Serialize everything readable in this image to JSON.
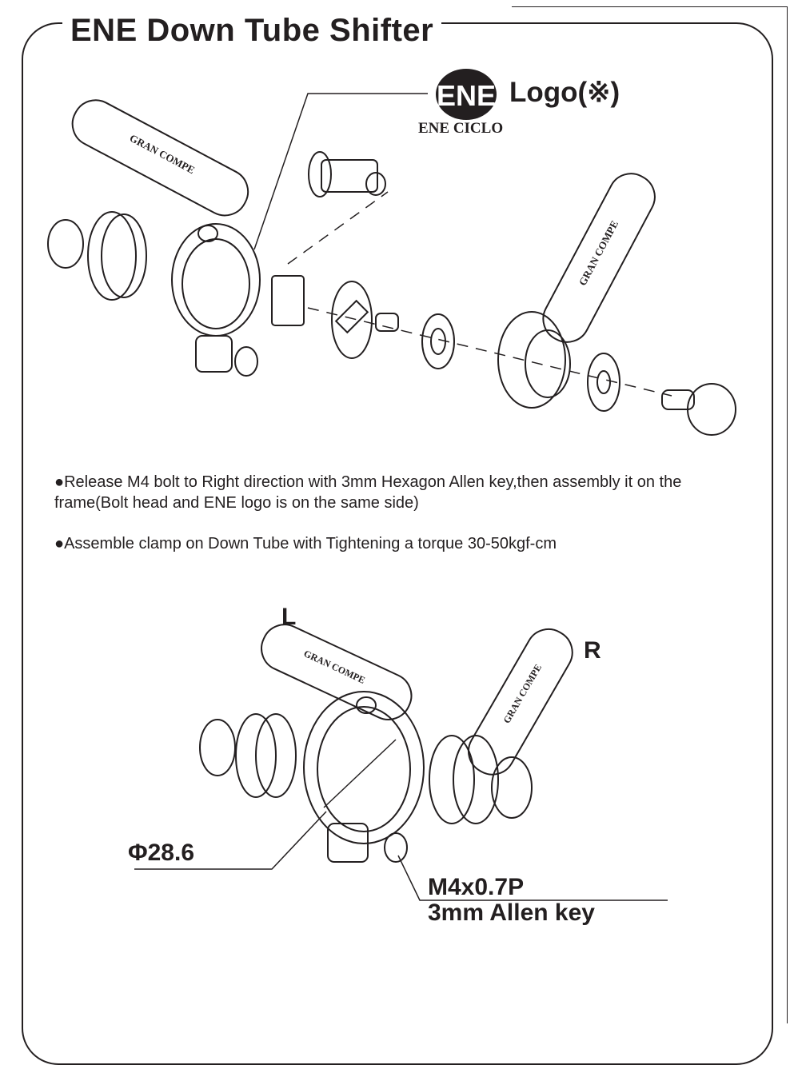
{
  "title": "ENE Down Tube Shifter",
  "logo_callout": {
    "label": "Logo(※)",
    "brand": "ENE CICLO"
  },
  "lever_text": "GRAN COMPE",
  "instructions": [
    {
      "bullet": "●",
      "text": "Release M4 bolt to Right direction with 3mm Hexagon Allen key,then assembly it on the frame(Bolt head and ENE logo is on the same side)"
    },
    {
      "bullet": "●",
      "text": "Assemble clamp on Down Tube with Tightening a torque 30-50kgf-cm"
    }
  ],
  "assembled": {
    "left_label": "L",
    "right_label": "R",
    "diameter": "Φ28.6",
    "bolt_spec": "M4x0.7P",
    "tool": "3mm Allen key"
  }
}
